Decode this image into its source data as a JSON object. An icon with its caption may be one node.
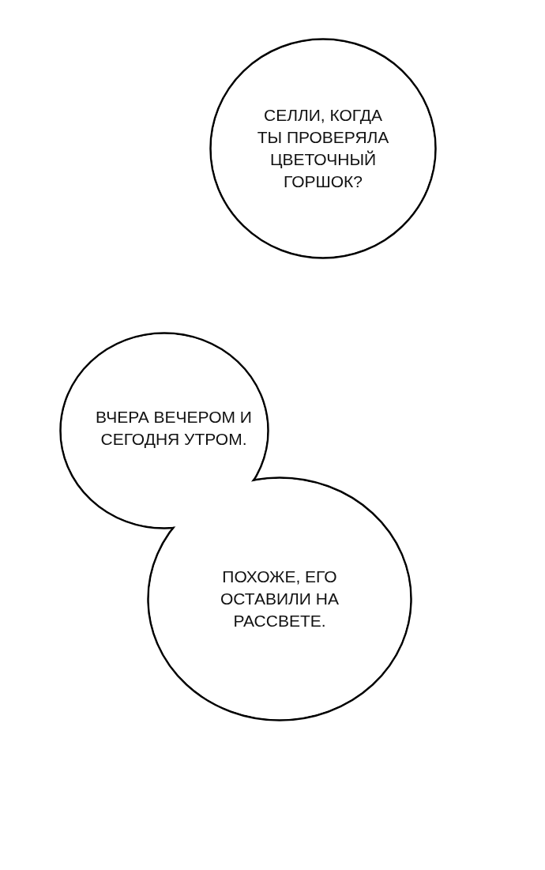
{
  "diagram": {
    "nodes": [
      {
        "text": [
          "СЕЛЛИ, КОГДА ТЫ ПРОВЕРЯЛА ЦВЕТОЧНЫЙ ГОРШОК?"
        ]
      },
      {
        "text": [
          "ВЧЕРА ВЕЧЕРОМ И СЕГОДНЯ УТРОМ."
        ]
      },
      {
        "text": [
          "ПОХОЖЕ, ЕГО ОСТАВИЛИ НА РАССВЕТЕ."
        ]
      }
    ]
  }
}
